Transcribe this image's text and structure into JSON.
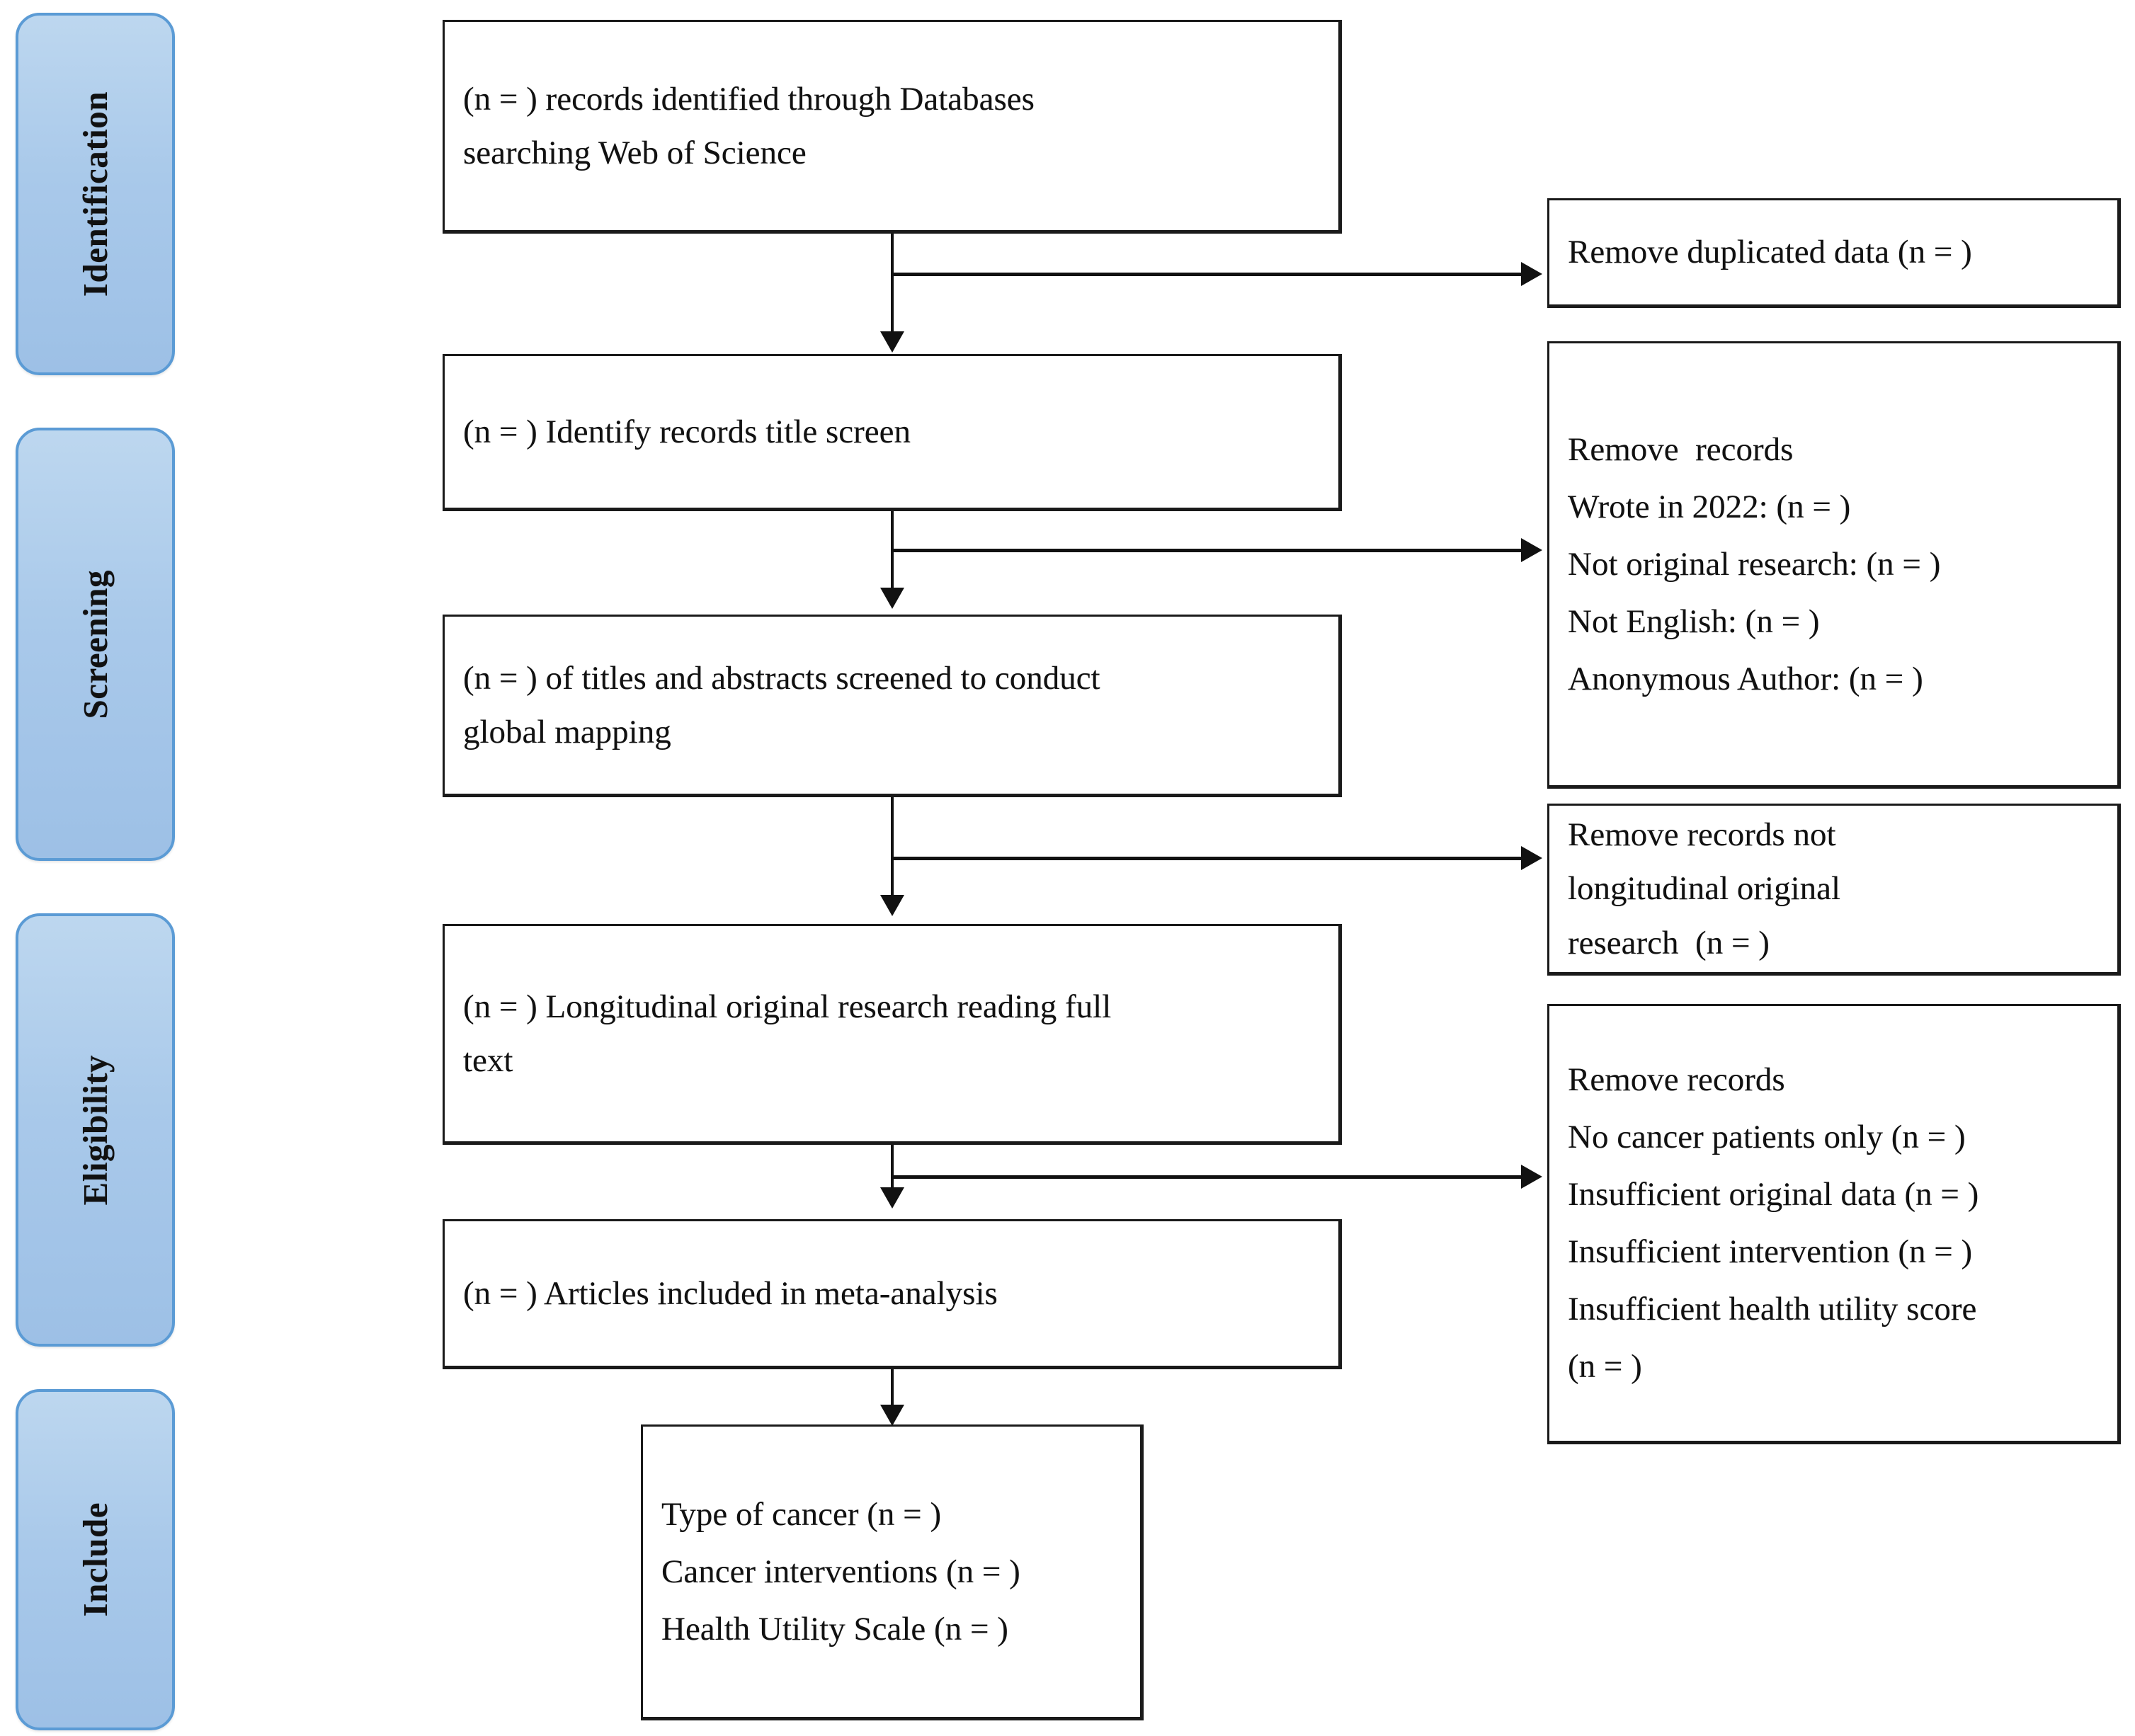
{
  "diagram": {
    "title": "PRISMA flow diagram",
    "accent_color": "#5B9BD5",
    "pill_fill_color": "#A9C9EA",
    "box_border_color": "#1A1A1A",
    "page_background": "#FFFFFF"
  },
  "stages": [
    {
      "label": "Identification"
    },
    {
      "label": "Screening"
    },
    {
      "label": "Eligibility"
    },
    {
      "label": "Include"
    }
  ],
  "flow_boxes": [
    {
      "id": "records-identified",
      "lines": [
        "(n = ) records identified through Databases",
        "searching Web of Science"
      ]
    },
    {
      "id": "identify-title-screen",
      "lines": [
        "(n = ) Identify records title screen"
      ]
    },
    {
      "id": "titles-abstracts-screened",
      "lines": [
        "(n = ) of titles and abstracts screened to conduct",
        "global mapping"
      ]
    },
    {
      "id": "longitudinal-full-text",
      "lines": [
        "(n = ) Longitudinal original research reading full",
        "text"
      ]
    },
    {
      "id": "articles-included",
      "lines": [
        "(n = ) Articles included in meta-analysis"
      ]
    },
    {
      "id": "final-outcomes",
      "lines": [
        "Type of cancer (n = )",
        "Cancer interventions (n = )",
        "Health Utility Scale (n = )"
      ]
    }
  ],
  "exclusion_boxes": [
    {
      "id": "remove-duplicates",
      "lines": [
        "Remove duplicated data (n = )"
      ]
    },
    {
      "id": "remove-records-screening",
      "lines": [
        "Remove  records",
        "Wrote in 2022: (n = )",
        "Not original research: (n = )",
        "Not English: (n = )",
        "Anonymous Author: (n = )"
      ]
    },
    {
      "id": "remove-not-longitudinal",
      "lines": [
        "Remove records not",
        "longitudinal original",
        "research  (n = )"
      ]
    },
    {
      "id": "remove-records-eligibility",
      "lines": [
        "Remove records",
        "No cancer patients only (n = )",
        "Insufficient original data (n = )",
        "Insufficient intervention (n = )",
        "Insufficient health utility score",
        "(n = )"
      ]
    }
  ]
}
